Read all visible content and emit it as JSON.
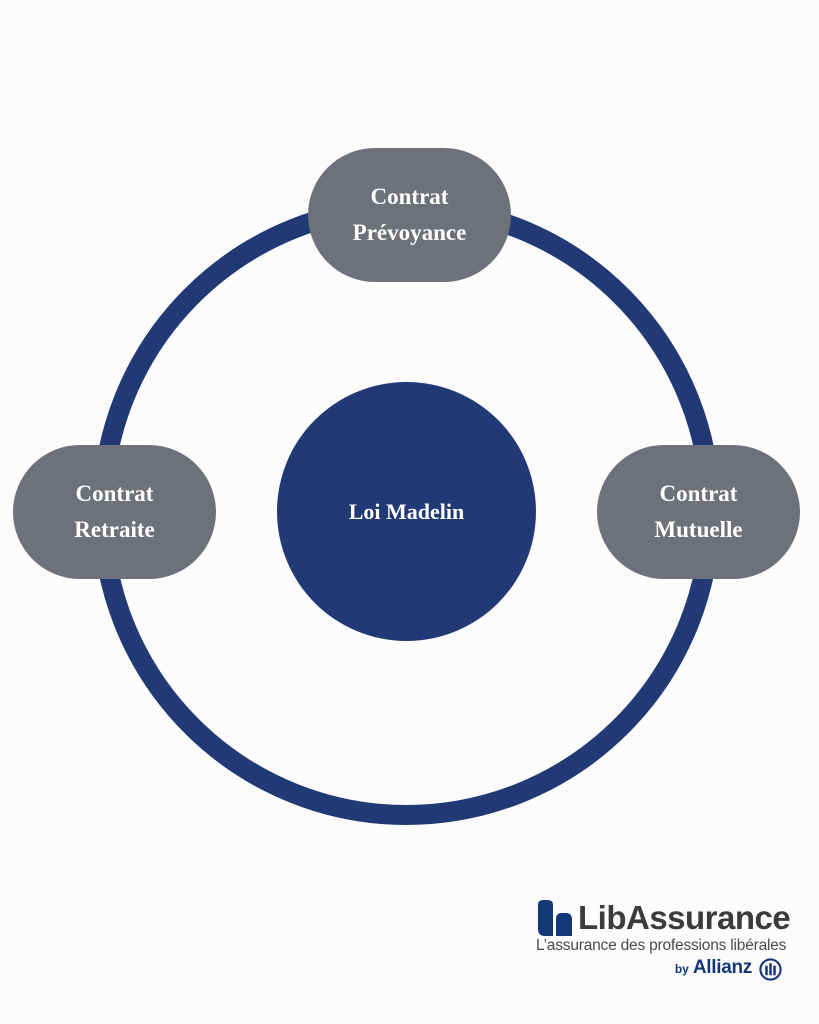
{
  "diagram": {
    "center": {
      "label": "Loi Madelin"
    },
    "nodes": [
      {
        "id": "top",
        "lines": [
          "Contrat",
          "Prévoyance"
        ]
      },
      {
        "id": "left",
        "lines": [
          "Contrat",
          "Retraite"
        ]
      },
      {
        "id": "right",
        "lines": [
          "Contrat",
          "Mutuelle"
        ]
      }
    ],
    "colors": {
      "ring": "#213a76",
      "center": "#213a76",
      "node": "#6f717a",
      "text": "#ffffff",
      "background": "#fcfcfc"
    }
  },
  "logo": {
    "brand": "LibAssurance",
    "tagline": "L’assurance des professions libérales",
    "by": "by",
    "partner": "Allianz",
    "icons": {
      "brand_mark": "libassurance-logo-icon",
      "partner_mark": "allianz-logo-icon"
    },
    "colors": {
      "brand_mark": "#143778",
      "brand_text": "#3b3b3d",
      "partner": "#143778"
    }
  }
}
